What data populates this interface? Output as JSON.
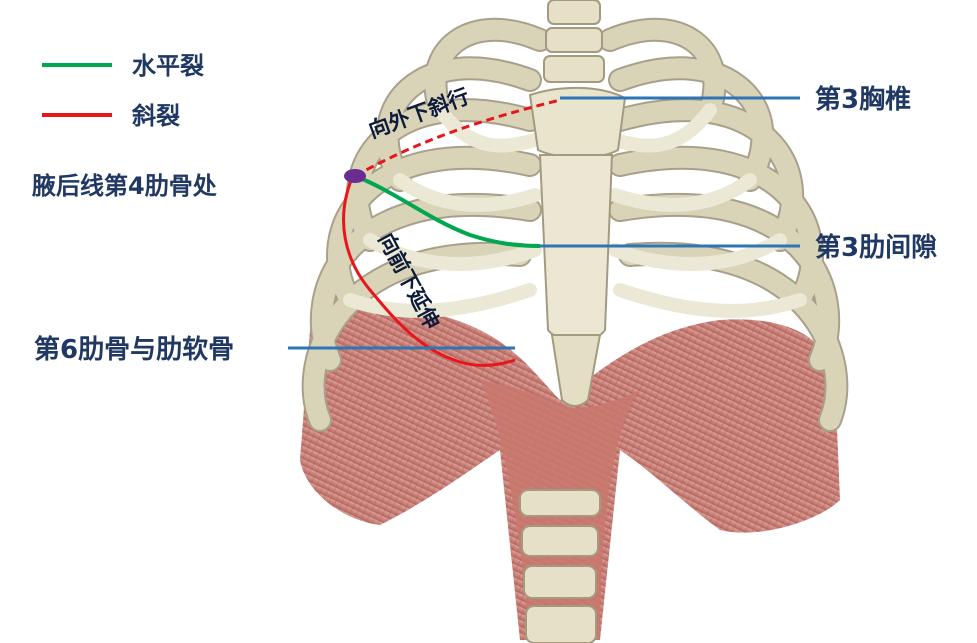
{
  "legend": {
    "horizontal_fissure": {
      "label": "水平裂",
      "color": "#00a650"
    },
    "oblique_fissure": {
      "label": "斜裂",
      "color": "#e8161b"
    }
  },
  "labels": {
    "posterior_axillary": "腋后线第4肋骨处",
    "t3_vertebra": "第3胸椎",
    "third_intercostal": "第3肋间隙",
    "sixth_rib": "第6肋骨与肋软骨"
  },
  "path_text": {
    "upper": "向外下斜行",
    "lower": "向前下延伸"
  },
  "colors": {
    "label_text": "#1f3864",
    "leader_line": "#2e75b6",
    "marker": "#6a2c91"
  }
}
